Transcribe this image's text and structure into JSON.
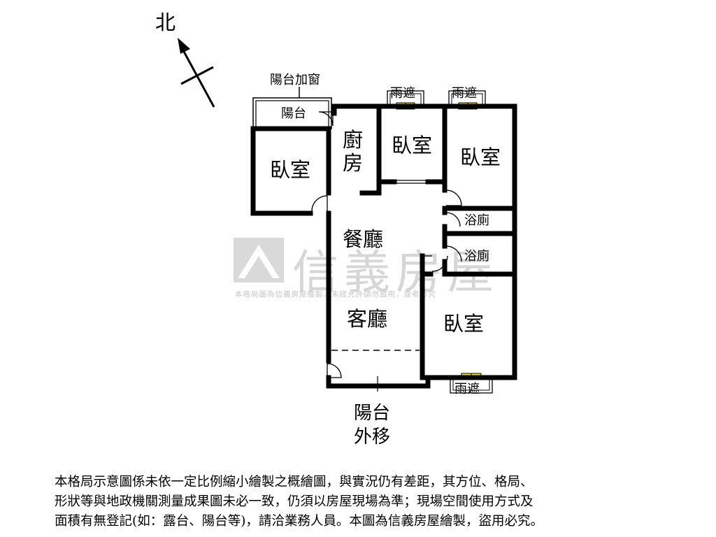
{
  "compass": {
    "label": "北"
  },
  "rooms": {
    "balcony_window": "陽台加窗",
    "balcony": "陽台",
    "kitchen_1": "廚",
    "kitchen_2": "房",
    "bedroom_west": "臥室",
    "bedroom_north1": "臥室",
    "bedroom_north2": "臥室",
    "bedroom_south": "臥室",
    "bath_1": "浴廁",
    "bath_2": "浴廁",
    "dining": "餐廳",
    "living": "客廳",
    "awning_1": "雨遮",
    "awning_2": "雨遮",
    "awning_3": "雨遮",
    "balcony_out_1": "陽台",
    "balcony_out_2": "外移"
  },
  "watermark": {
    "brand": "信義房屋",
    "notice": "本格局圖為信義房屋繪製，未經允許請勿盜用，違者必究"
  },
  "disclaimer": {
    "line1": "本格局示意圖係未依一定比例縮小繪製之概繪圖，與實況仍有差距，其方位、格局、",
    "line2": "形狀等與地政機關測量成果圖未必一致，仍須以房屋現場為準；現場空間使用方式及",
    "line3": "面積有無登記(如：露台、陽台等)，請洽業務人員。本圖為信義房屋繪製，盜用必究。"
  }
}
